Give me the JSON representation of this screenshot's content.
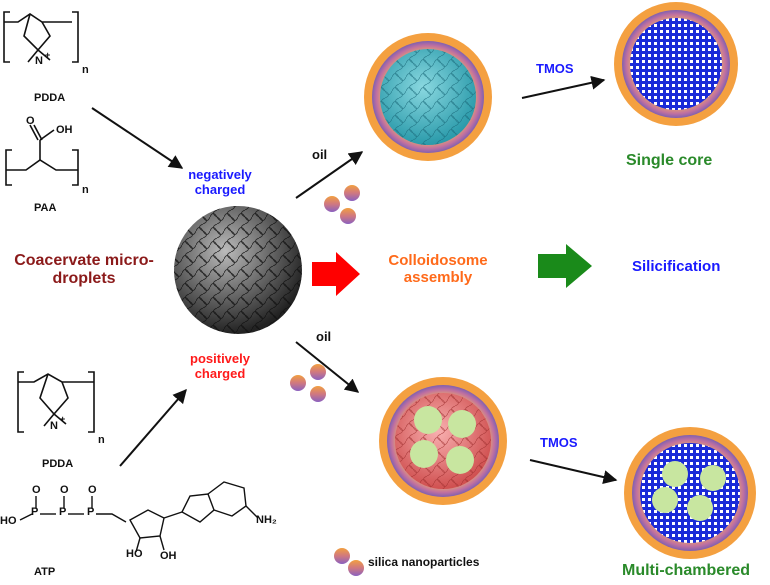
{
  "left_top": {
    "polymer1": "PDDA",
    "polymer2": "PAA",
    "charge": "negatively charged"
  },
  "left_bottom": {
    "polymer1": "PDDA",
    "molecule": "ATP",
    "charge": "positively charged"
  },
  "center": {
    "droplets": "Coacervate micro-droplets",
    "assembly": "Colloidosome assembly",
    "silicification": "Silicification"
  },
  "arrows": {
    "oil_top": "oil",
    "oil_bottom": "oil",
    "tmos_top": "TMOS",
    "tmos_bottom": "TMOS"
  },
  "results": {
    "single": "Single core",
    "multi": "Multi-chambered"
  },
  "legend": {
    "nanoparticles": "silica nanoparticles"
  },
  "chem_labels": {
    "n": "n",
    "N": "N",
    "plus": "+",
    "O": "O",
    "OH": "OH",
    "HO": "HO",
    "P": "P",
    "NH2": "NH₂"
  },
  "colors": {
    "droplet_dark": "#3a3a3a",
    "teal": "#4ab8c6",
    "red_core": "#e07070",
    "orange": "#f4a040",
    "purple": "#8a70c0",
    "blue_mesh": "#1a2ad8",
    "green_chamber": "#c8e6a0",
    "label_maroon": "#8b1a1a",
    "label_blue": "#1a1aff",
    "label_red": "#ff1a1a",
    "label_orange": "#ff6a1a",
    "label_green": "#2a8a2a",
    "arrow_red": "#ff0000",
    "arrow_green": "#1a8a1a"
  }
}
